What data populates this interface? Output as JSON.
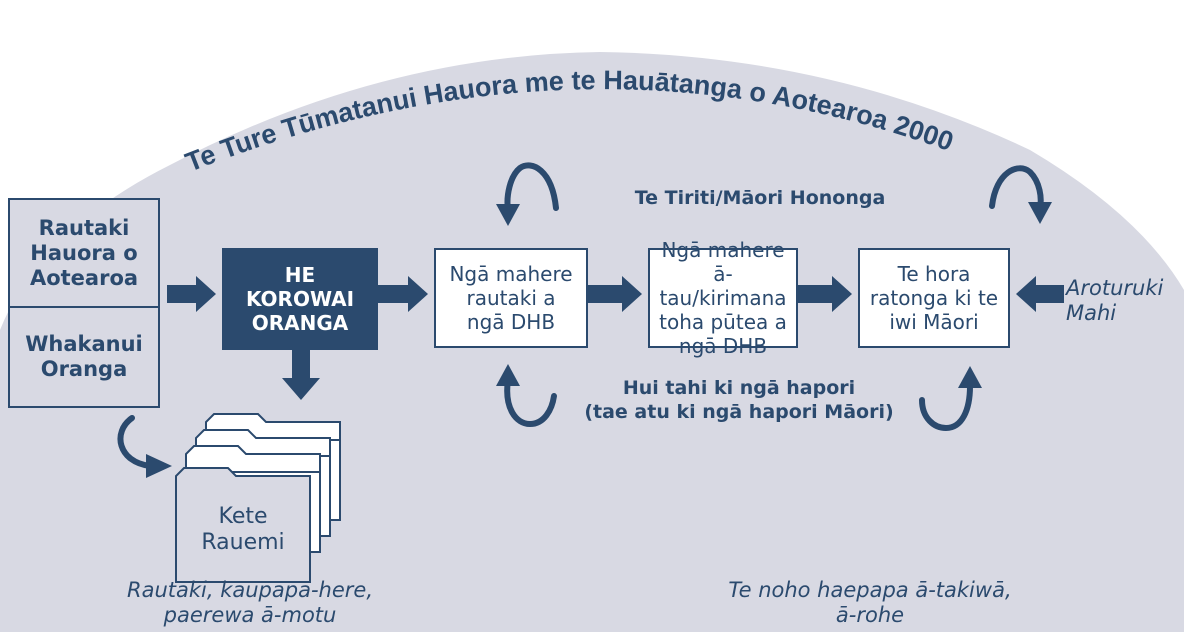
{
  "arc_title": "Te Ture Tūmatanui Hauora me te Hauātanga o Aotearoa 2000",
  "boxes": {
    "rautaki": "Rautaki\nHauora o\nAotearoa",
    "whakanui": "Whakanui\nOranga",
    "korowai": "HE\nKOROWAI\nORANGA",
    "mahere_rautaki": "Ngā mahere\nrautaki a\nngā DHB",
    "mahere_atau": "Ngā mahere\nā-tau/kirimana\ntoha pūtea a\nngā DHB",
    "hora_ratonga": "Te hora\nratonga ki te\niwi Māori"
  },
  "labels": {
    "tiriti": "Te Tiriti/Māori Hononga",
    "hui_tahi": "Hui tahi ki ngā hapori\n(tae atu ki ngā hapori Māori)",
    "aroturuki": "Aroturuki\nMahi",
    "kete": "Kete\nRauemi",
    "rautaki_bottom": "Rautaki, kaupapa-here,\npaerewa ā-motu",
    "noho_haepapa": "Te noho haepapa ā-takiwā,\nā-rohe"
  },
  "colors": {
    "navy": "#2b4a6e",
    "grey_bg": "#d8d9e3",
    "white": "#ffffff"
  }
}
